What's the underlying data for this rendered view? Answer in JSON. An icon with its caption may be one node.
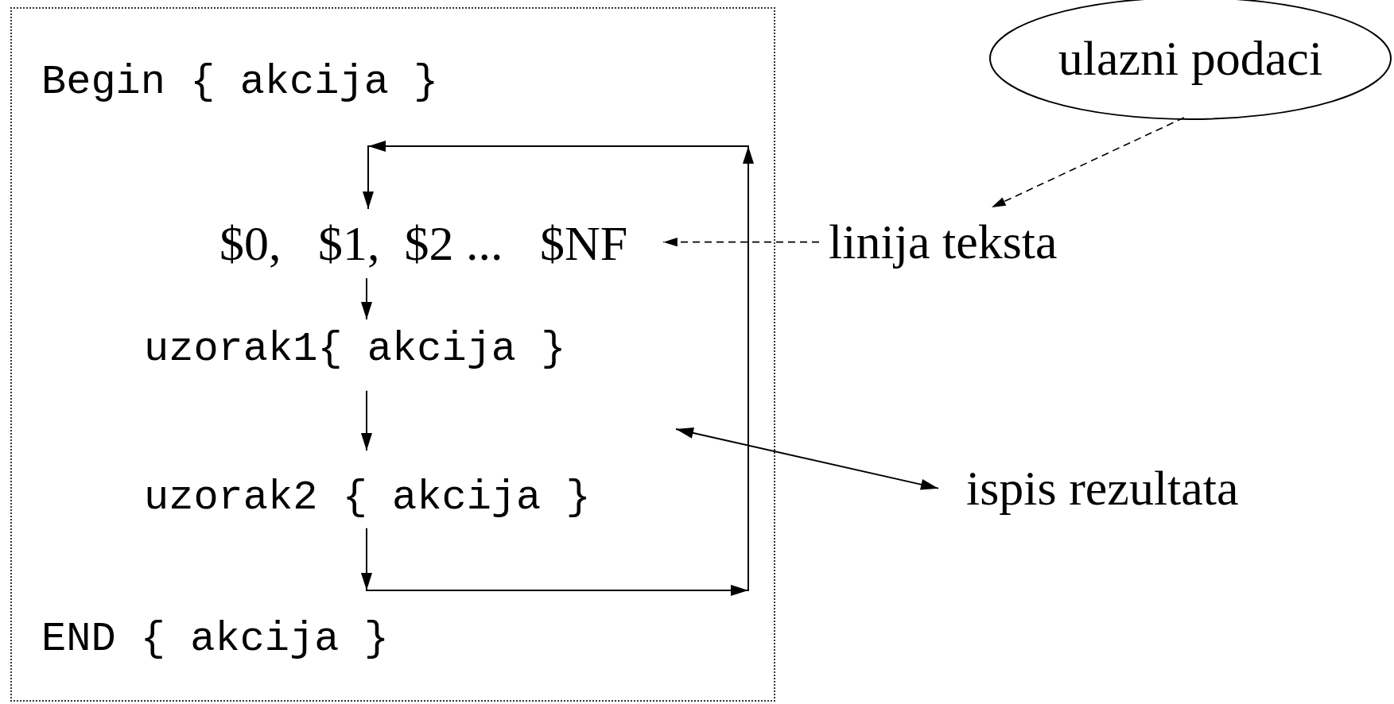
{
  "diagram": {
    "nodes": [
      {
        "text": [
          "Begin { akcija }",
          "END { akcija }"
        ]
      },
      {
        "text": [
          "ulazni podaci"
        ]
      },
      {
        "text": [
          "$0,   $1,  $2 ...   $NF"
        ],
        "in": 0
      },
      {
        "text": [
          "uzorak1{ akcija }"
        ],
        "in": 0
      },
      {
        "text": [
          "linija teksta"
        ]
      },
      {
        "text": [
          "uzorak2 { akcija }"
        ],
        "in": 0
      },
      {
        "text": [
          "ispis rezultata"
        ]
      }
    ],
    "edges": [
      {
        "from": 2,
        "to": 3,
        "arrow": "to"
      },
      {
        "from": 3,
        "to": 5,
        "arrow": "to"
      },
      {
        "from": 5,
        "to": 2,
        "arrow": "to"
      },
      {
        "from": 4,
        "to": 2,
        "arrow": "to",
        "style": "dashed"
      },
      {
        "from": 1,
        "to": 4,
        "arrow": "to",
        "style": "dashed"
      },
      {
        "from": 6,
        "to": null,
        "arrow": "both"
      }
    ]
  }
}
